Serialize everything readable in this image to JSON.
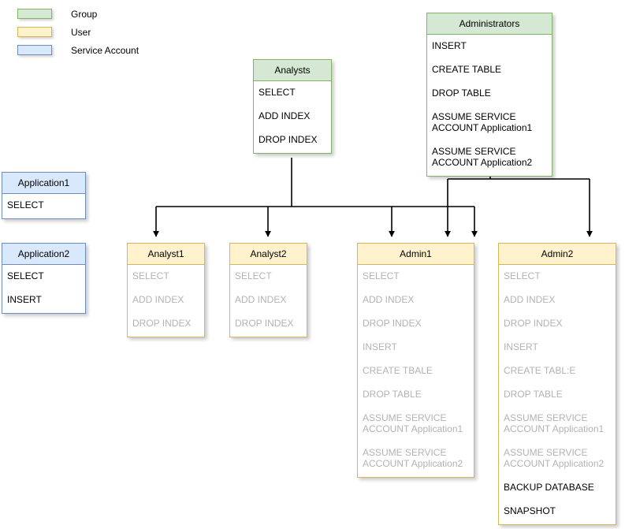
{
  "legend": {
    "items": [
      {
        "label": "Group",
        "swatch_class": "sw-group",
        "color": "#d5e8d4",
        "border": "#82b366"
      },
      {
        "label": "User",
        "swatch_class": "sw-user",
        "color": "#fff2cc",
        "border": "#d6b656"
      },
      {
        "label": "Service Account",
        "swatch_class": "sw-service",
        "color": "#dae8fc",
        "border": "#6c8ebf"
      }
    ]
  },
  "nodes": {
    "analysts": {
      "title": "Analysts",
      "type": "Group",
      "permissions": [
        {
          "text": "SELECT",
          "inherited": false
        },
        {
          "text": "ADD INDEX",
          "inherited": false
        },
        {
          "text": "DROP INDEX",
          "inherited": false
        }
      ]
    },
    "administrators": {
      "title": "Administrators",
      "type": "Group",
      "permissions": [
        {
          "text": "INSERT",
          "inherited": false
        },
        {
          "text": "CREATE TABLE",
          "inherited": false
        },
        {
          "text": "DROP TABLE",
          "inherited": false
        },
        {
          "text": "ASSUME SERVICE\nACCOUNT Application1",
          "inherited": false
        },
        {
          "text": "ASSUME SERVICE\nACCOUNT Application2",
          "inherited": false
        }
      ]
    },
    "application1": {
      "title": "Application1",
      "type": "Service Account",
      "permissions": [
        {
          "text": "SELECT",
          "inherited": false
        }
      ]
    },
    "application2": {
      "title": "Application2",
      "type": "Service Account",
      "permissions": [
        {
          "text": "SELECT",
          "inherited": false
        },
        {
          "text": "INSERT",
          "inherited": false
        }
      ]
    },
    "analyst1": {
      "title": "Analyst1",
      "type": "User",
      "permissions": [
        {
          "text": "SELECT",
          "inherited": true
        },
        {
          "text": "ADD INDEX",
          "inherited": true
        },
        {
          "text": "DROP INDEX",
          "inherited": true
        }
      ]
    },
    "analyst2": {
      "title": "Analyst2",
      "type": "User",
      "permissions": [
        {
          "text": "SELECT",
          "inherited": true
        },
        {
          "text": "ADD INDEX",
          "inherited": true
        },
        {
          "text": "DROP INDEX",
          "inherited": true
        }
      ]
    },
    "admin1": {
      "title": "Admin1",
      "type": "User",
      "permissions": [
        {
          "text": "SELECT",
          "inherited": true
        },
        {
          "text": "ADD INDEX",
          "inherited": true
        },
        {
          "text": "DROP INDEX",
          "inherited": true
        },
        {
          "text": "INSERT",
          "inherited": true
        },
        {
          "text": "CREATE TBALE",
          "inherited": true
        },
        {
          "text": "DROP TABLE",
          "inherited": true
        },
        {
          "text": "ASSUME SERVICE\nACCOUNT Application1",
          "inherited": true
        },
        {
          "text": "ASSUME SERVICE\nACCOUNT Application2",
          "inherited": true
        }
      ]
    },
    "admin2": {
      "title": "Admin2",
      "type": "User",
      "permissions": [
        {
          "text": "SELECT",
          "inherited": true
        },
        {
          "text": "ADD INDEX",
          "inherited": true
        },
        {
          "text": "DROP INDEX",
          "inherited": true
        },
        {
          "text": "INSERT",
          "inherited": true
        },
        {
          "text": "CREATE TABL:E",
          "inherited": true
        },
        {
          "text": "DROP TABLE",
          "inherited": true
        },
        {
          "text": "ASSUME SERVICE\nACCOUNT Application1",
          "inherited": true
        },
        {
          "text": "ASSUME SERVICE\nACCOUNT Application2",
          "inherited": true
        },
        {
          "text": "BACKUP DATABASE",
          "inherited": false
        },
        {
          "text": "SNAPSHOT",
          "inherited": false
        }
      ]
    }
  },
  "edges": [
    {
      "from": "analysts",
      "to": "analyst1"
    },
    {
      "from": "analysts",
      "to": "analyst2"
    },
    {
      "from": "analysts",
      "to": "admin1"
    },
    {
      "from": "analysts",
      "to": "admin2"
    },
    {
      "from": "administrators",
      "to": "admin1"
    },
    {
      "from": "administrators",
      "to": "admin2"
    }
  ],
  "colors": {
    "group_fill": "#d5e8d4",
    "group_stroke": "#82b366",
    "user_fill": "#fff2cc",
    "user_stroke": "#d6b656",
    "service_fill": "#dae8fc",
    "service_stroke": "#6c8ebf",
    "edge": "#000000",
    "inherited_text": "#b3b3b3",
    "text": "#000000",
    "background": "#ffffff"
  }
}
